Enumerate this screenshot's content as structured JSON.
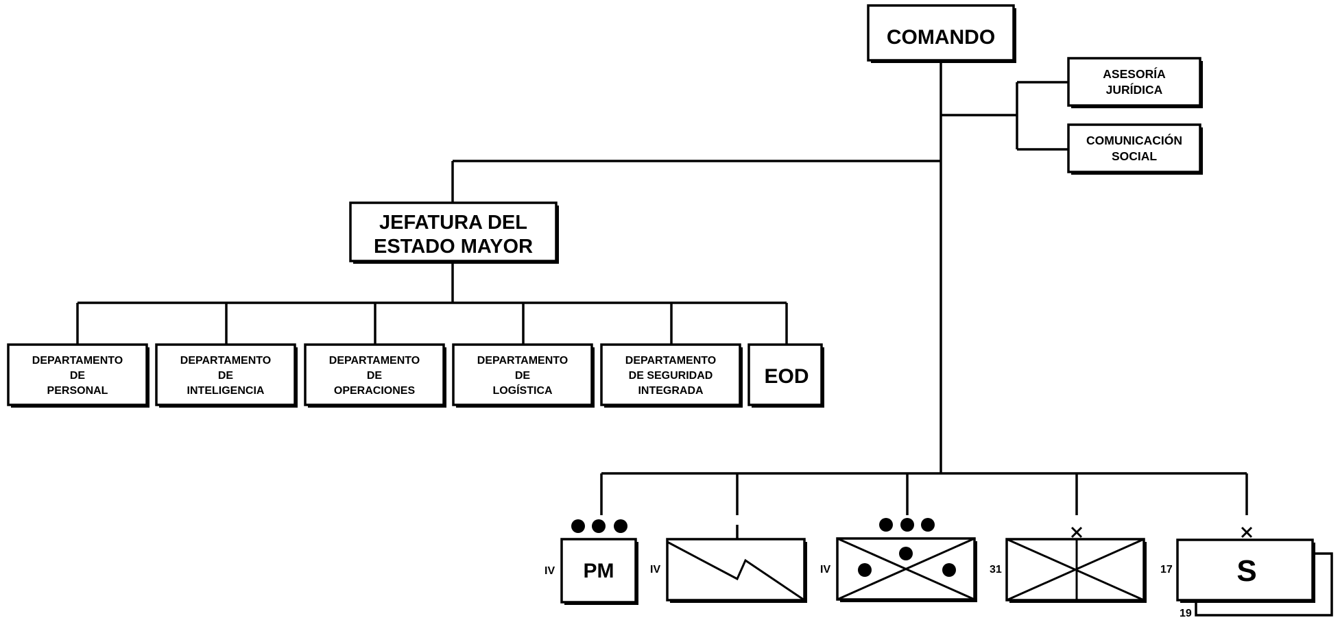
{
  "comando": "COMANDO",
  "asesoria": [
    "ASESORÍA",
    "JURÍDICA"
  ],
  "comunicacion": [
    "COMUNICACIÓN",
    "SOCIAL"
  ],
  "jefatura": [
    "JEFATURA DEL",
    "ESTADO MAYOR"
  ],
  "departments": [
    [
      "DEPARTAMENTO",
      "DE",
      "PERSONAL"
    ],
    [
      "DEPARTAMENTO",
      "DE",
      "INTELIGENCIA"
    ],
    [
      "DEPARTAMENTO",
      "DE",
      "OPERACIONES"
    ],
    [
      "DEPARTAMENTO",
      "DE",
      "LOGÍSTICA"
    ],
    [
      "DEPARTAMENTO",
      "DE SEGURIDAD",
      "INTEGRADA"
    ]
  ],
  "eod": "EOD",
  "units": [
    {
      "level": "IV",
      "label": "PM",
      "size_marker": "●●●"
    },
    {
      "level": "IV",
      "label": "",
      "size_marker": "I"
    },
    {
      "level": "IV",
      "label": "",
      "size_marker": "●●●"
    },
    {
      "level": "31",
      "label": "",
      "size_marker": "X"
    },
    {
      "level": "17",
      "label": "S",
      "size_marker": "X",
      "sub_number": "19"
    }
  ]
}
